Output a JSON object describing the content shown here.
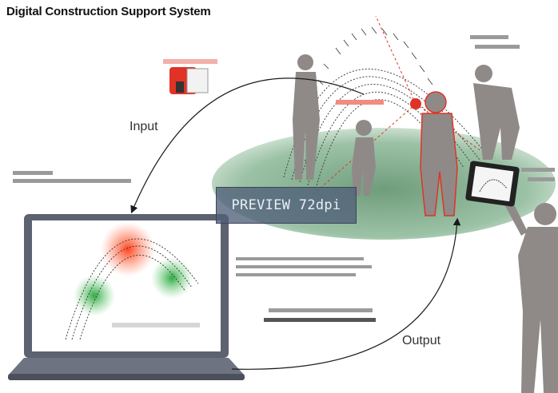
{
  "title": "Digital Construction Support System",
  "labels": {
    "input": "Input",
    "output": "Output"
  },
  "watermark": "PREVIEW 72dpi",
  "colors": {
    "ground_ellipse": "#8fb59a",
    "figure_gray": "#8f8a88",
    "highlight_red": "#e03325",
    "arrow": "#1a1a1a",
    "laptop_body": "#5c6270",
    "blob_red": "#ff5a2a",
    "blob_green": "#3fb34a"
  },
  "icons": [
    "laser-scanner-icon",
    "tablet-icon",
    "laptop-icon"
  ]
}
